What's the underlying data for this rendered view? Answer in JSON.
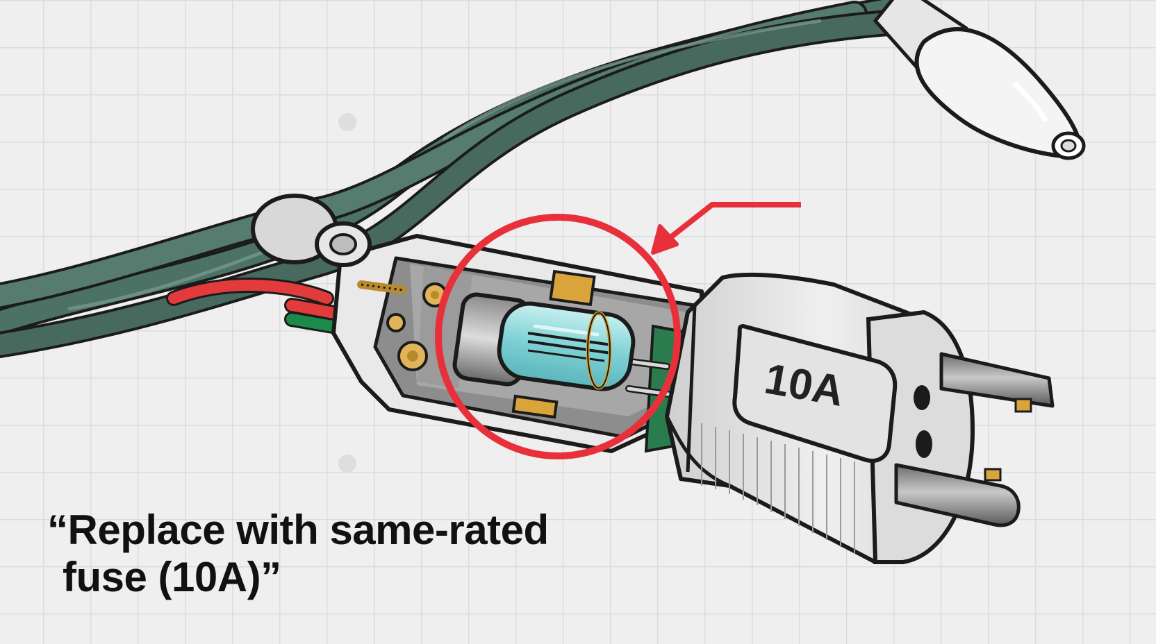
{
  "diagram": {
    "plug_rating_label": "10A",
    "caption_line1": "“Replace with same-rated",
    "caption_line2": "fuse (10A)”",
    "highlight_color": "#e8303a",
    "cable_color": "#4c7265",
    "background_color": "#efefef"
  },
  "icons": {
    "callout": "circle-highlight",
    "pointer": "arrow"
  }
}
